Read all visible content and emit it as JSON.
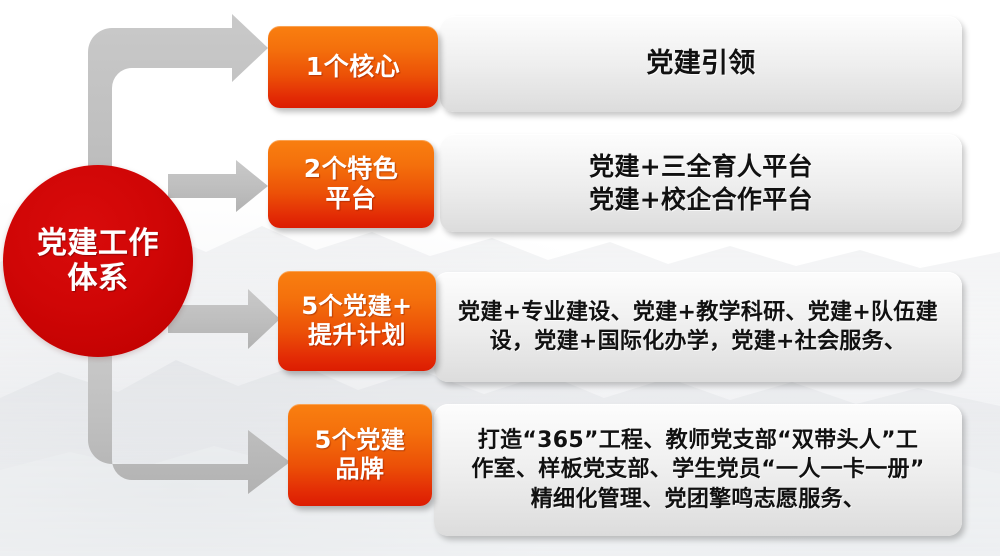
{
  "diagram": {
    "hub": {
      "label": "党建工作\n体系",
      "color": "#cc0505",
      "text_color": "#ffffff"
    },
    "colors": {
      "tag_gradient_top": "#f97f10",
      "tag_gradient_bottom": "#dc1c02",
      "panel_gradient_top": "#fdfdfd",
      "panel_gradient_bottom": "#dcdcdc",
      "arrow": "#bfbfbf",
      "background": "#ffffff"
    },
    "rows": [
      {
        "tag": "1个核心",
        "content": "党建引领"
      },
      {
        "tag": "2个特色\n平台",
        "content": "党建+三全育人平台\n党建+校企合作平台"
      },
      {
        "tag": "5个党建+\n提升计划",
        "content": "党建+专业建设、党建+教学科研、党建+队伍建\n设，党建+国际化办学，党建+社会服务、"
      },
      {
        "tag": "5个党建\n品牌",
        "content": "打造“365”工程、教师党支部“双带头人”工\n作室、样板党支部、学生党员“一人一卡一册”\n精细化管理、党团擎鸣志愿服务、"
      }
    ]
  }
}
